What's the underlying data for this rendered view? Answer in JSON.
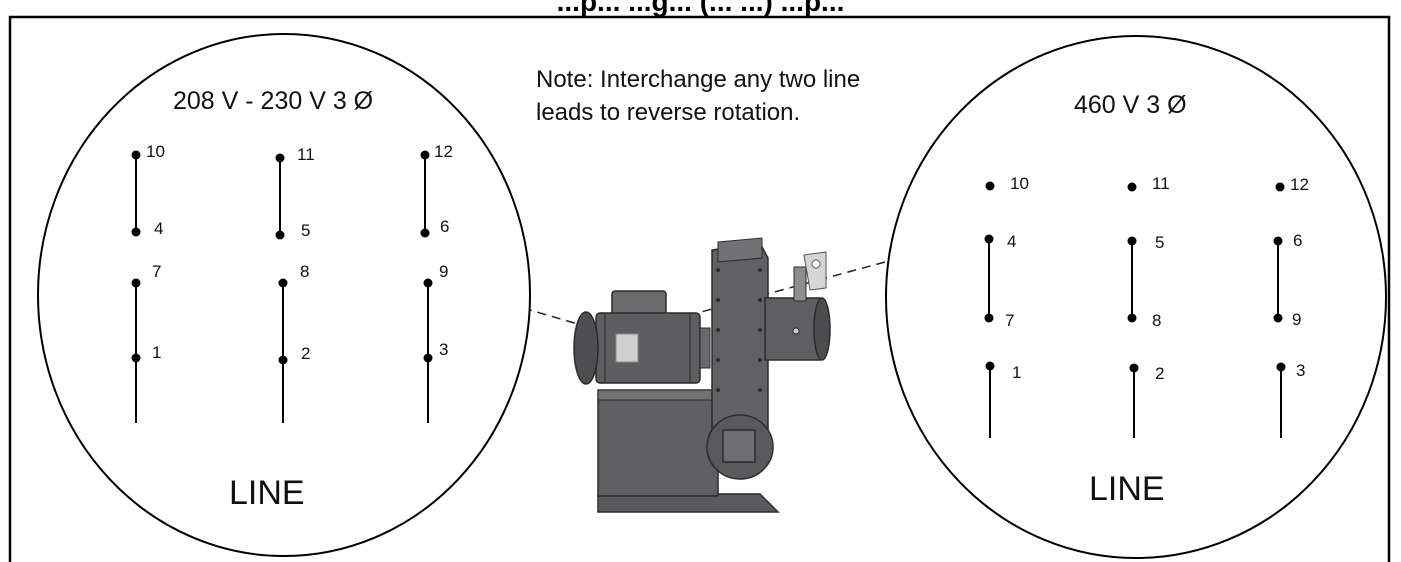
{
  "title": "...p... ...g... (... ...) ...p...",
  "note": {
    "line1": "Note: Interchange any two line",
    "line2": "leads to reverse rotation."
  },
  "left_diagram": {
    "voltage": "208 V - 230 V 3 Ø",
    "line_label": "LINE",
    "terminals": {
      "t10": "10",
      "t11": "11",
      "t12": "12",
      "t4": "4",
      "t5": "5",
      "t6": "6",
      "t7": "7",
      "t8": "8",
      "t9": "9",
      "t1": "1",
      "t2": "2",
      "t3": "3"
    }
  },
  "right_diagram": {
    "voltage": "460 V 3 Ø",
    "line_label": "LINE",
    "terminals": {
      "t10": "10",
      "t11": "11",
      "t12": "12",
      "t4": "4",
      "t5": "5",
      "t6": "6",
      "t7": "7",
      "t8": "8",
      "t9": "9",
      "t1": "1",
      "t2": "2",
      "t3": "3"
    }
  },
  "colors": {
    "frame": "#000000",
    "blower_dark": "#58585a",
    "blower_mid": "#6d6d70",
    "blower_light": "#8a8a8d",
    "junction_box": "#c9c9c9"
  }
}
